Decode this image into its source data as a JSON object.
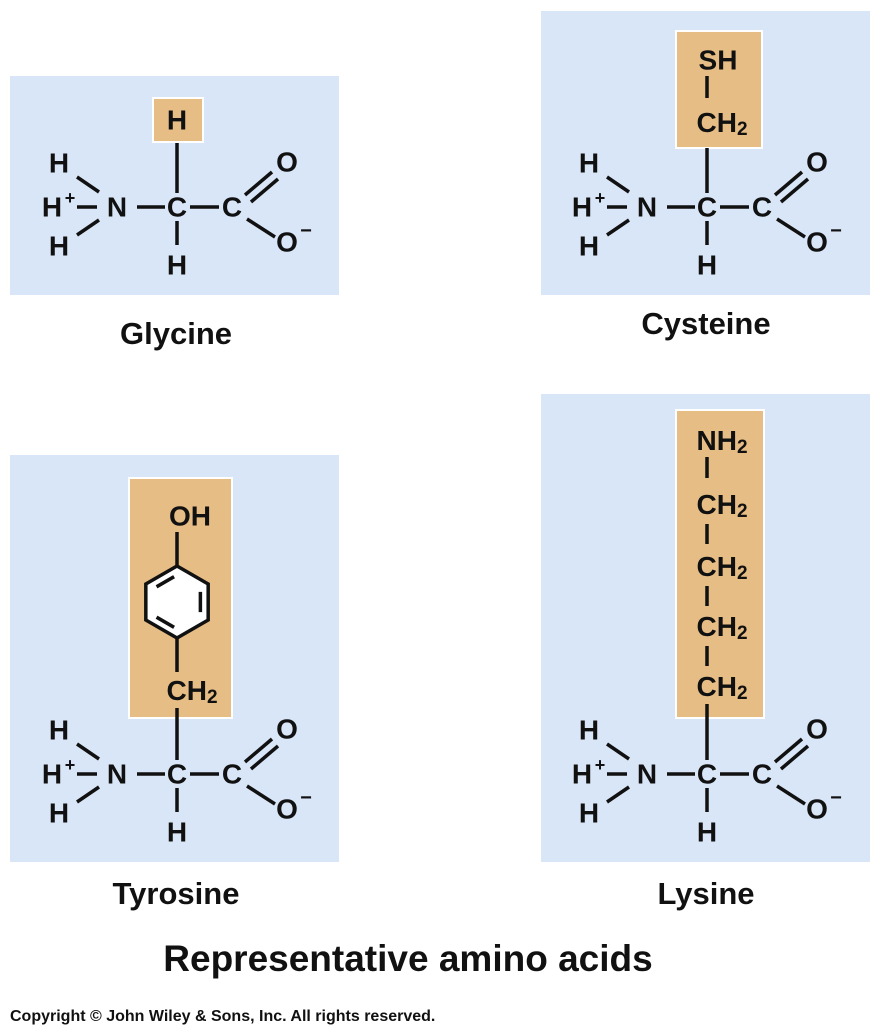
{
  "title": "Representative amino acids",
  "copyright": "Copyright © John Wiley & Sons, Inc. All rights reserved.",
  "colors": {
    "panel": "#d9e6f8",
    "side_chain": "#e6bd85",
    "ink": "#111111"
  },
  "amino_acids": [
    {
      "name": "Glycine",
      "side_chain": [
        "H"
      ]
    },
    {
      "name": "Cysteine",
      "side_chain": [
        "SH",
        "CH2"
      ]
    },
    {
      "name": "Tyrosine",
      "side_chain": [
        "OH",
        "benzene-ring",
        "CH2"
      ]
    },
    {
      "name": "Lysine",
      "side_chain": [
        "NH2",
        "CH2",
        "CH2",
        "CH2",
        "CH2"
      ]
    }
  ],
  "backbone_labels": {
    "amino_h": "H",
    "amino_h_plus": "H",
    "plus": "+",
    "nitrogen": "N",
    "alpha_carbon": "C",
    "carbonyl_carbon": "C",
    "alpha_h": "H",
    "oxygen": "O",
    "oxygen_minus": "O",
    "minus": "−",
    "ch2": "CH",
    "ch2_sub": "2",
    "nh2": "NH",
    "nh2_sub": "2"
  }
}
